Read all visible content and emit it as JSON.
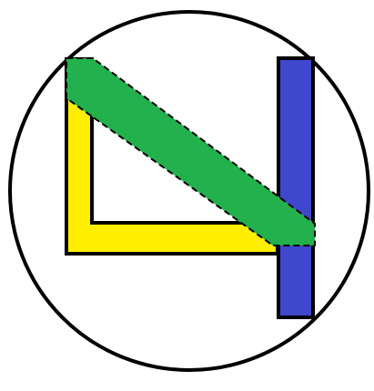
{
  "figure": {
    "elements": {
      "circle": {
        "name": "outer-circle",
        "stroke": "#000000",
        "fill": "#ffffff"
      },
      "yellow_frame": {
        "name": "yellow-l-frame",
        "fill": "#ffee00",
        "stroke": "#000000"
      },
      "green_band": {
        "name": "green-diagonal-band",
        "fill": "#22b14c",
        "stroke": "#000000"
      },
      "blue_bar": {
        "name": "blue-vertical-bar",
        "fill": "#3f48cc",
        "stroke": "#000000"
      }
    }
  }
}
